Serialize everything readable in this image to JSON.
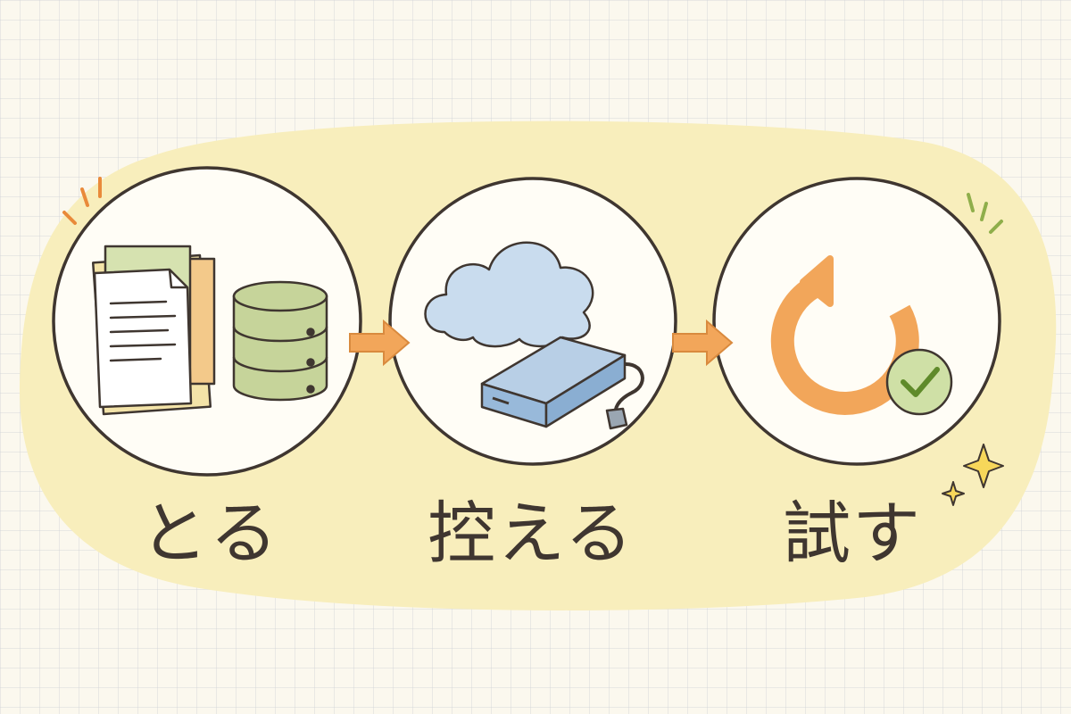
{
  "steps": [
    {
      "label": "とる",
      "icons": [
        "document-stack-icon",
        "database-icon"
      ]
    },
    {
      "label": "控える",
      "icons": [
        "cloud-icon",
        "external-drive-icon"
      ]
    },
    {
      "label": "試す",
      "icons": [
        "restore-arrow-icon",
        "check-badge-icon"
      ]
    }
  ],
  "colors": {
    "background": "#fbf8ee",
    "blob": "#f8eebc",
    "outline": "#3f3630",
    "arrow": "#f2a65a",
    "database": "#c6d49a",
    "cloud": "#c9dcee",
    "drive": "#98b9da",
    "check": "#cfe0a6"
  }
}
